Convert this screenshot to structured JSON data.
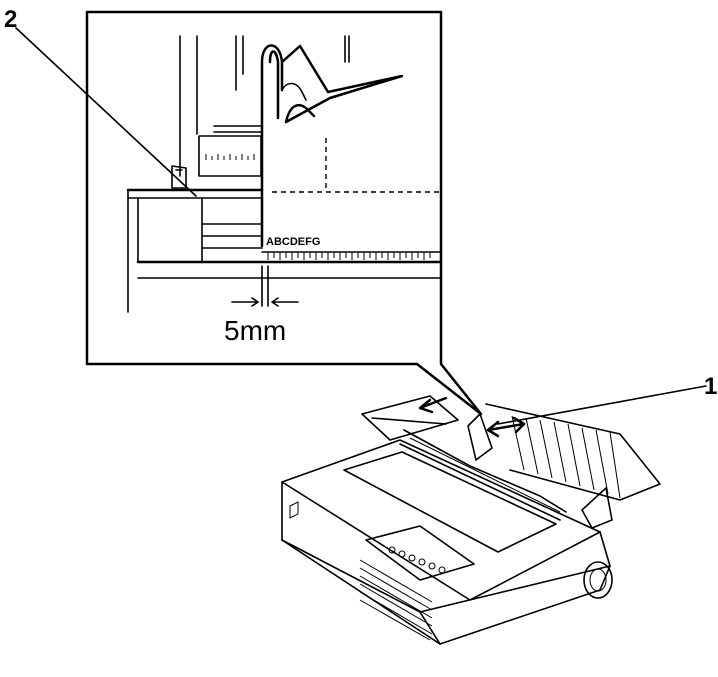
{
  "callouts": {
    "label_1": "1",
    "label_2": "2"
  },
  "detail": {
    "dimension": "5mm",
    "print_sample": "ABCDEFG"
  }
}
